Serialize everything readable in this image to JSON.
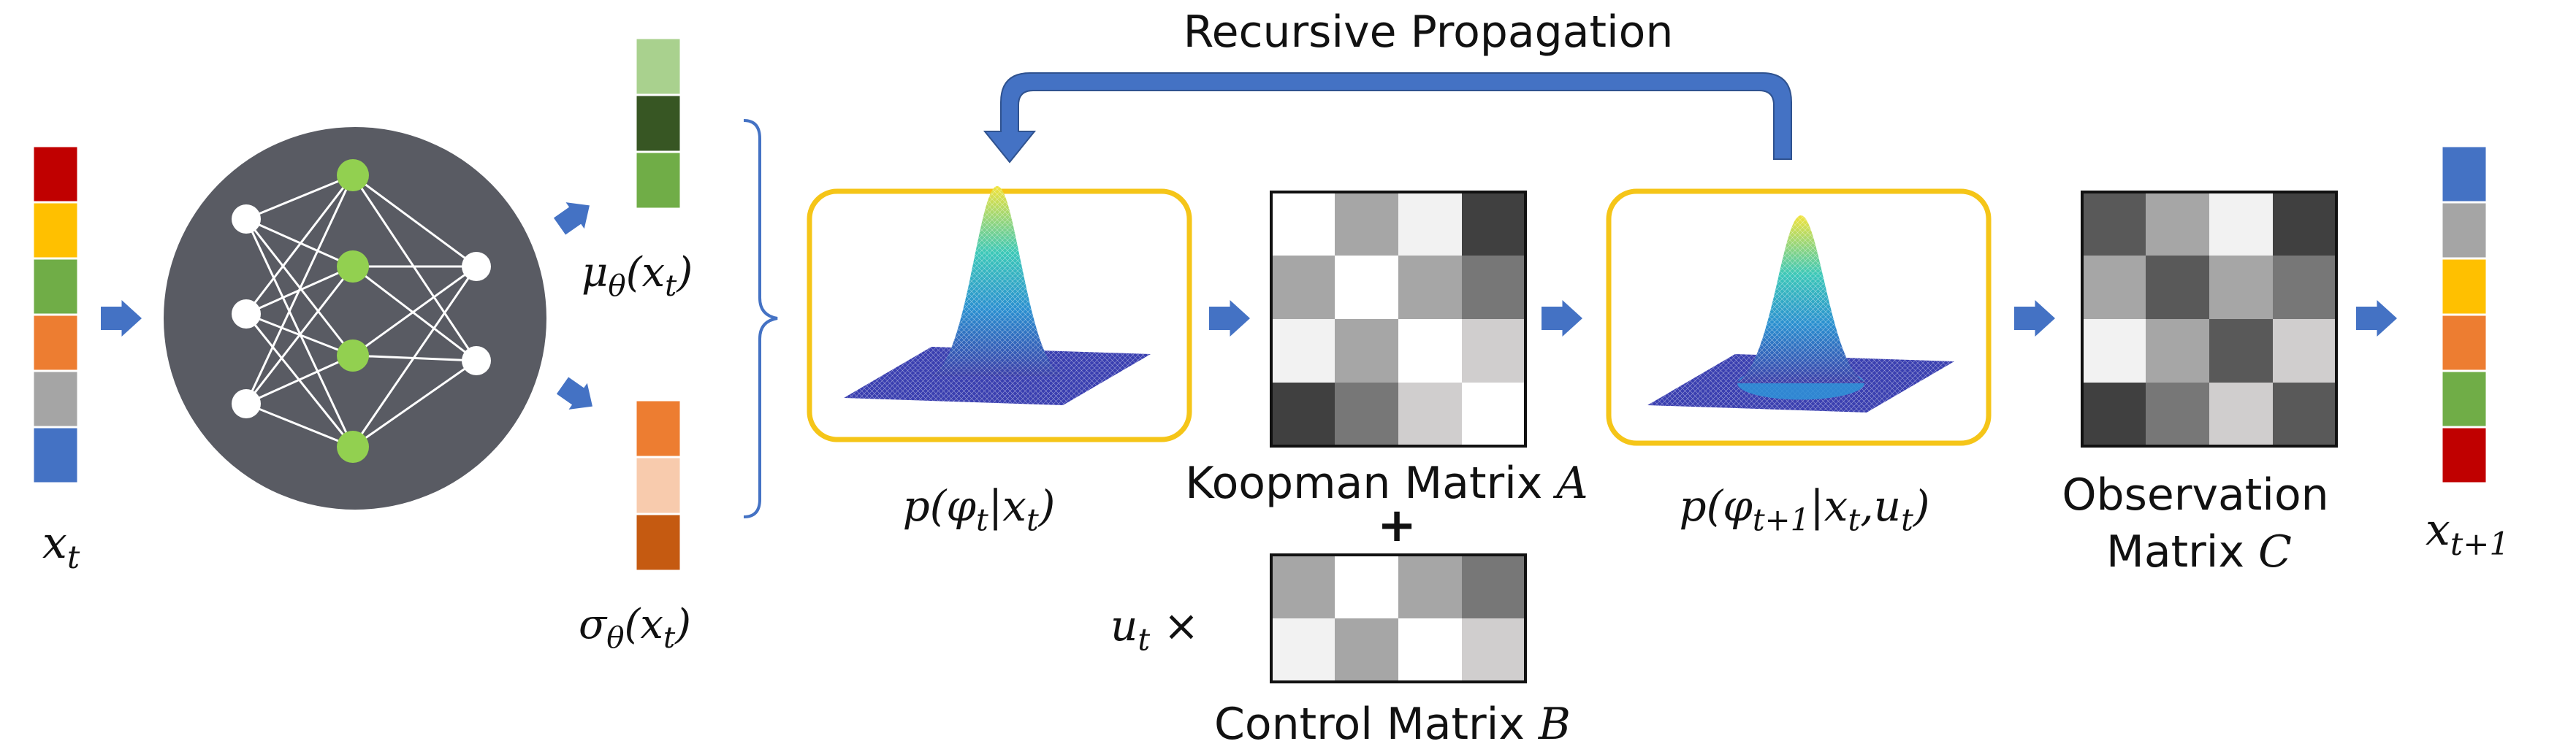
{
  "labels": {
    "recursive": "Recursive Propagation",
    "koopman": "Koopman Matrix",
    "koopman_sym": "A",
    "plus": "+",
    "control": "Control Matrix",
    "control_sym": "B",
    "observation_1": "Observation",
    "observation_2": "Matrix",
    "observation_sym": "C",
    "times": "×"
  },
  "math": {
    "x": "x",
    "t": "t",
    "t1": "t+1",
    "mu": "μ",
    "sigma": "σ",
    "theta": "θ",
    "phi": "φ",
    "u": "u",
    "p": "p",
    "open": "(",
    "close": ")",
    "bar": "|",
    "comma": ","
  },
  "colors": {
    "arrow": "#4472c4",
    "frame": "#f5c518",
    "network_bg": "#595b63",
    "node_green": "#92d050",
    "node_white": "#ffffff",
    "input_vector": [
      "#c00000",
      "#ffc000",
      "#70ad47",
      "#ed7d31",
      "#a5a5a5",
      "#4472c4"
    ],
    "output_vector": [
      "#4472c4",
      "#a5a5a5",
      "#ffc000",
      "#ed7d31",
      "#70ad47",
      "#c00000"
    ],
    "mu_vector": [
      "#a9d18e",
      "#375623",
      "#70ad47"
    ],
    "sigma_vector": [
      "#ed7d31",
      "#f8cbad",
      "#c55a11"
    ],
    "matrix_A": [
      [
        "#ffffff",
        "#a6a6a6",
        "#f2f2f2",
        "#404040"
      ],
      [
        "#a6a6a6",
        "#ffffff",
        "#a6a6a6",
        "#777777"
      ],
      [
        "#f2f2f2",
        "#a6a6a6",
        "#ffffff",
        "#d0cece"
      ],
      [
        "#404040",
        "#777777",
        "#d0cece",
        "#ffffff"
      ]
    ],
    "matrix_B": [
      [
        "#a6a6a6",
        "#ffffff",
        "#a6a6a6",
        "#777777"
      ],
      [
        "#f2f2f2",
        "#a6a6a6",
        "#ffffff",
        "#d0cece"
      ]
    ],
    "matrix_C": [
      [
        "#595959",
        "#a6a6a6",
        "#f2f2f2",
        "#404040"
      ],
      [
        "#a6a6a6",
        "#595959",
        "#a6a6a6",
        "#777777"
      ],
      [
        "#f2f2f2",
        "#a6a6a6",
        "#595959",
        "#d0cece"
      ],
      [
        "#404040",
        "#777777",
        "#d0cece",
        "#595959"
      ]
    ]
  }
}
